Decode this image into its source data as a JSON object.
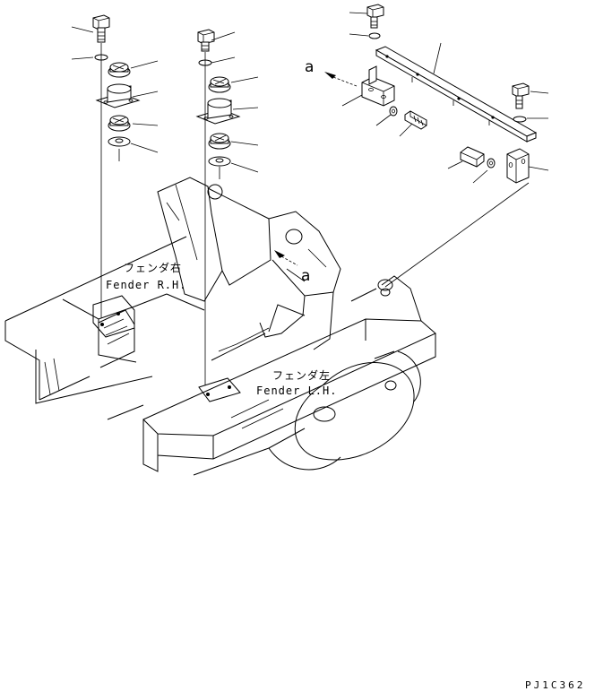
{
  "labels": {
    "fender_rh": "フェンダ右\nFender R.H.",
    "fender_lh": "フェンダ左\nFender L.H.",
    "view_a_top": "a",
    "view_a_mid": "a",
    "drawing_code": "PJ1C362"
  }
}
